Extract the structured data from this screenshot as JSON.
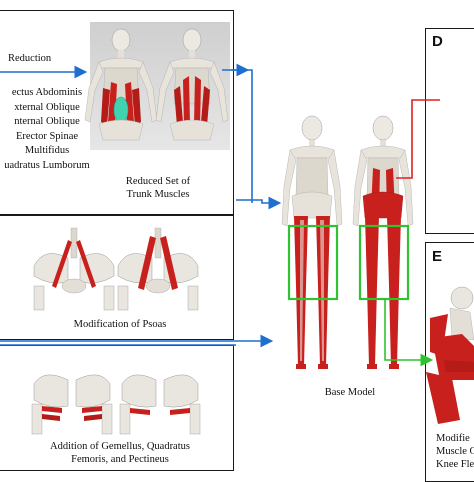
{
  "panel_top_left": {
    "reduction_label": "Reduction",
    "muscles": [
      "ectus Abdominis",
      "xternal Oblique",
      "nternal Oblique",
      "Erector Spinae",
      "Multifidus",
      "uadratus Lumborum"
    ],
    "caption_lines": [
      "Reduced Set of",
      "Trunk Muscles"
    ]
  },
  "panel_mid_left": {
    "caption": "Modification of Psoas"
  },
  "panel_bottom_left": {
    "caption_lines": [
      "Addition of Gemellus, Quadratus",
      "Femoris, and Pectineus"
    ]
  },
  "center": {
    "caption": "Base Model"
  },
  "panel_d": {
    "letter": "D"
  },
  "panel_e": {
    "letter": "E",
    "caption_lines": [
      "Modifie",
      "Muscle Gu",
      "Knee Fle"
    ]
  },
  "colors": {
    "arrow_blue": "#1f6fd1",
    "highlight_green": "#2fc42f",
    "arrow_red": "#e02020",
    "muscle_red": "#c8201c",
    "bone": "#e9e6df",
    "abdominal_teal": "#3fd3b0"
  }
}
